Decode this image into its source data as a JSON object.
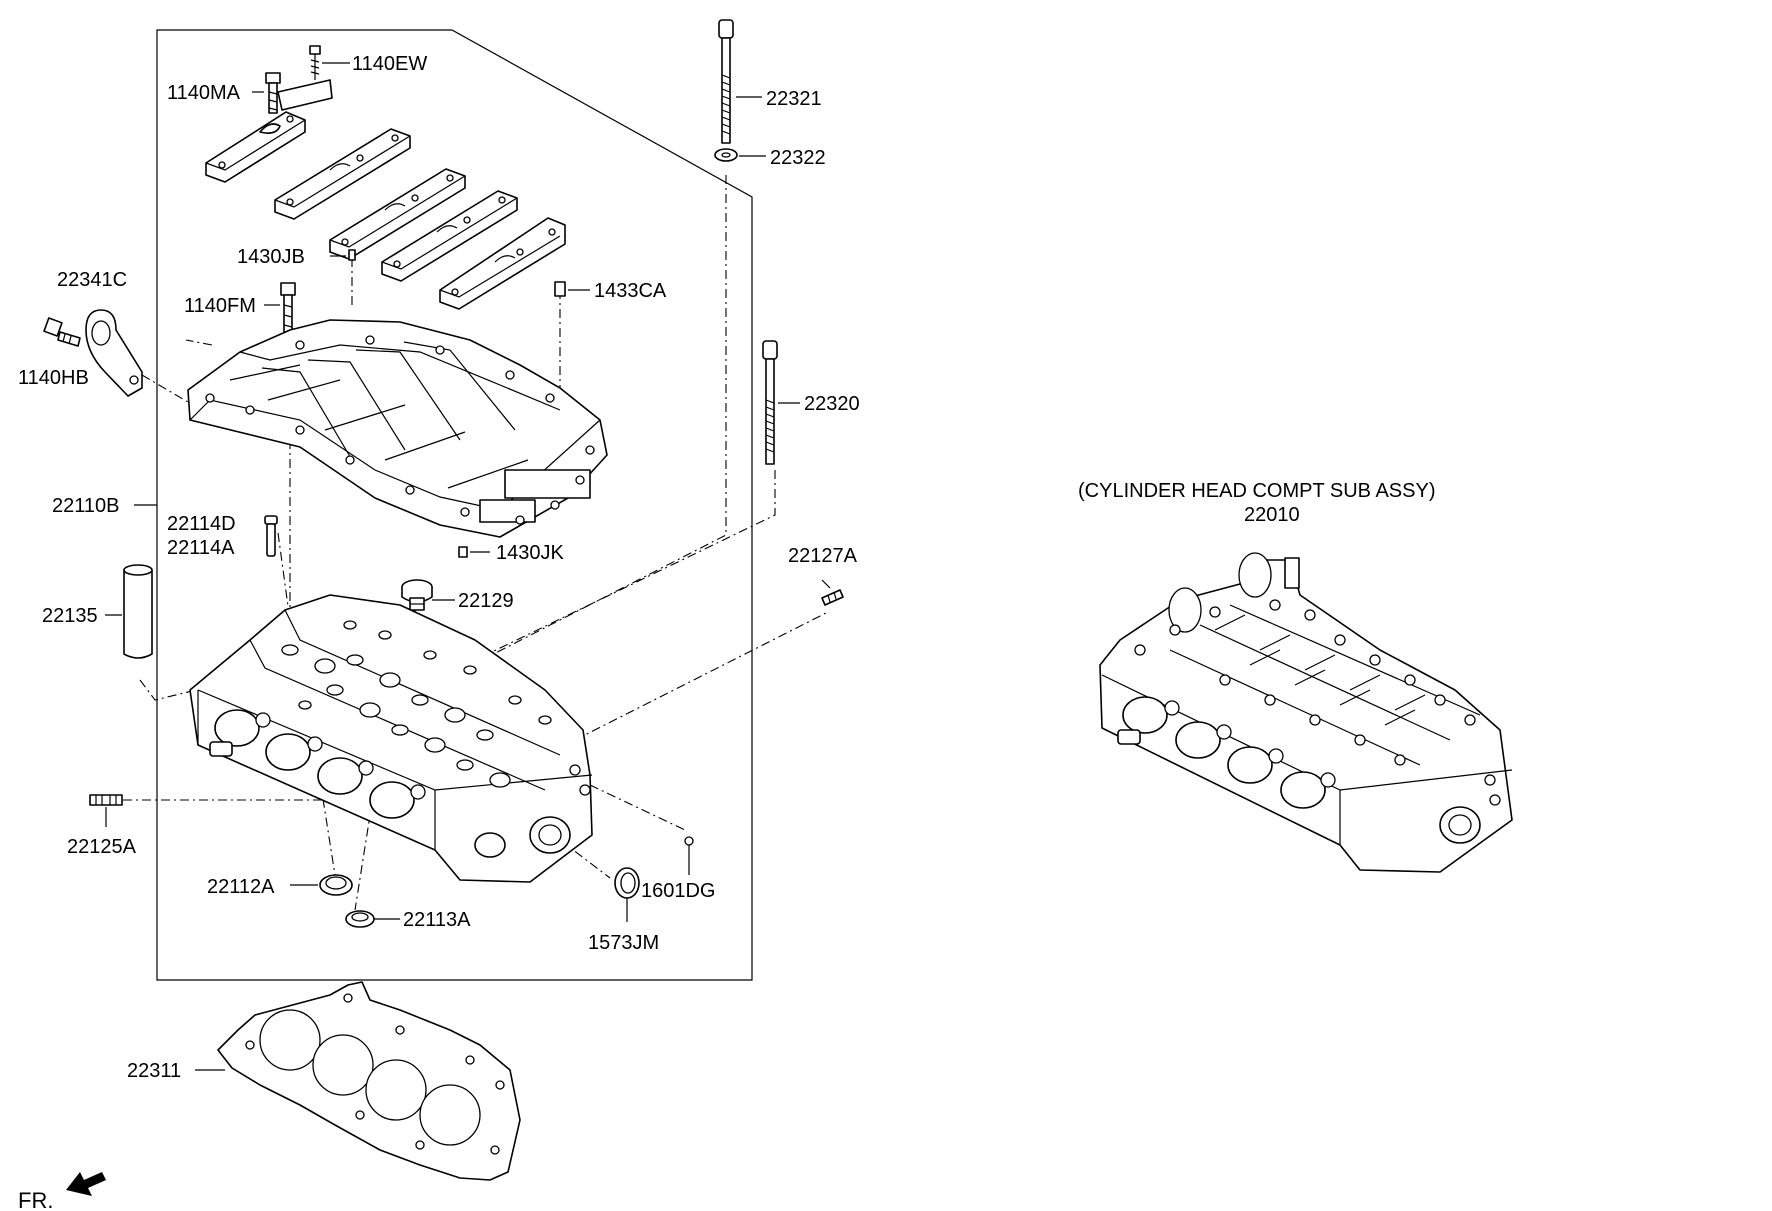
{
  "diagram": {
    "sub_assy_title": "(CYLINDER HEAD COMPT SUB ASSY)",
    "sub_assy_part": "22010",
    "front_indicator": "FR.",
    "parts": {
      "p1140EW": "1140EW",
      "p1140MA": "1140MA",
      "p22321": "22321",
      "p22322": "22322",
      "p1430JB": "1430JB",
      "p1433CA": "1433CA",
      "p22341C": "22341C",
      "p1140FM": "1140FM",
      "p1140HB": "1140HB",
      "p22320": "22320",
      "p22110B": "22110B",
      "p22114D": "22114D",
      "p22114A": "22114A",
      "p1430JK": "1430JK",
      "p22127A": "22127A",
      "p22135": "22135",
      "p22129": "22129",
      "p22125A": "22125A",
      "p22112A": "22112A",
      "p1601DG": "1601DG",
      "p22113A": "22113A",
      "p1573JM": "1573JM",
      "p22311": "22311"
    }
  }
}
